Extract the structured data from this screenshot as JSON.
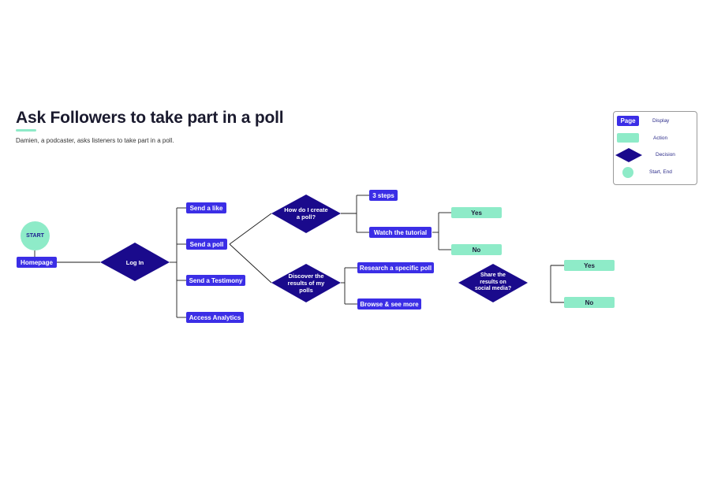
{
  "header": {
    "title": "Ask Followers to take part in a poll",
    "subtitle": "Damien, a podcaster, asks listeners to take part in a poll."
  },
  "colors": {
    "page": "#3b2ee6",
    "action": "#8eebc8",
    "decision": "#1a0a8c",
    "line": "#1a1a1a"
  },
  "flow": {
    "start": "START",
    "homepage": "Homepage",
    "login": "Log In",
    "send_like": "Send a like",
    "send_poll": "Send a poll",
    "send_testimony": "Send a Testimony",
    "access_analytics": "Access Analytics",
    "how_create_poll": "How do I create a poll?",
    "discover_results": "Discover the results of my polls",
    "three_steps": "3 steps",
    "watch_tutorial": "Watch the tutorial",
    "research_poll": "Research a specific poll",
    "browse_more": "Browse & see more",
    "yes_1": "Yes",
    "no_1": "No",
    "share_results": "Share the results on social media?",
    "yes_2": "Yes",
    "no_2": "No"
  },
  "legend": {
    "page_chip": "Page",
    "display": "Display",
    "action": "Action",
    "decision": "Decision",
    "start_end": "Start, End"
  }
}
